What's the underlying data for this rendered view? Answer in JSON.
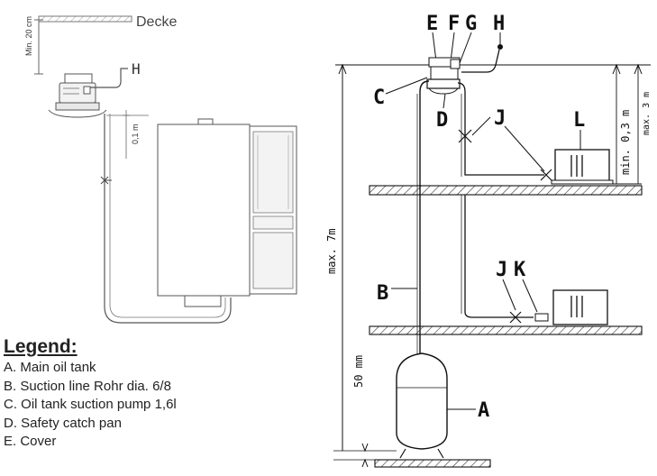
{
  "left_diagram": {
    "ceiling_label": "Decke",
    "min_distance_label": "Min. 20 cm",
    "h_label": "H",
    "small_gap_label": "0,1 m"
  },
  "right_diagram": {
    "top_labels": [
      "E",
      "F",
      "G",
      "H"
    ],
    "label_c": "C",
    "label_d": "D",
    "label_j_upper": "J",
    "label_l": "L",
    "label_b": "B",
    "label_j_lower": "J",
    "label_k": "K",
    "label_a": "A",
    "dim_max_7m": "max. 7m",
    "dim_min_03m": "min. 0,3 m",
    "dim_max_3m": "max. 3 m",
    "dim_50mm": "50 mm"
  },
  "legend": {
    "title": "Legend:",
    "items": [
      "A. Main oil tank",
      "B. Suction line Rohr dia. 6/8",
      "C. Oil tank suction pump 1,6l",
      "D. Safety catch pan",
      "E. Cover"
    ]
  }
}
